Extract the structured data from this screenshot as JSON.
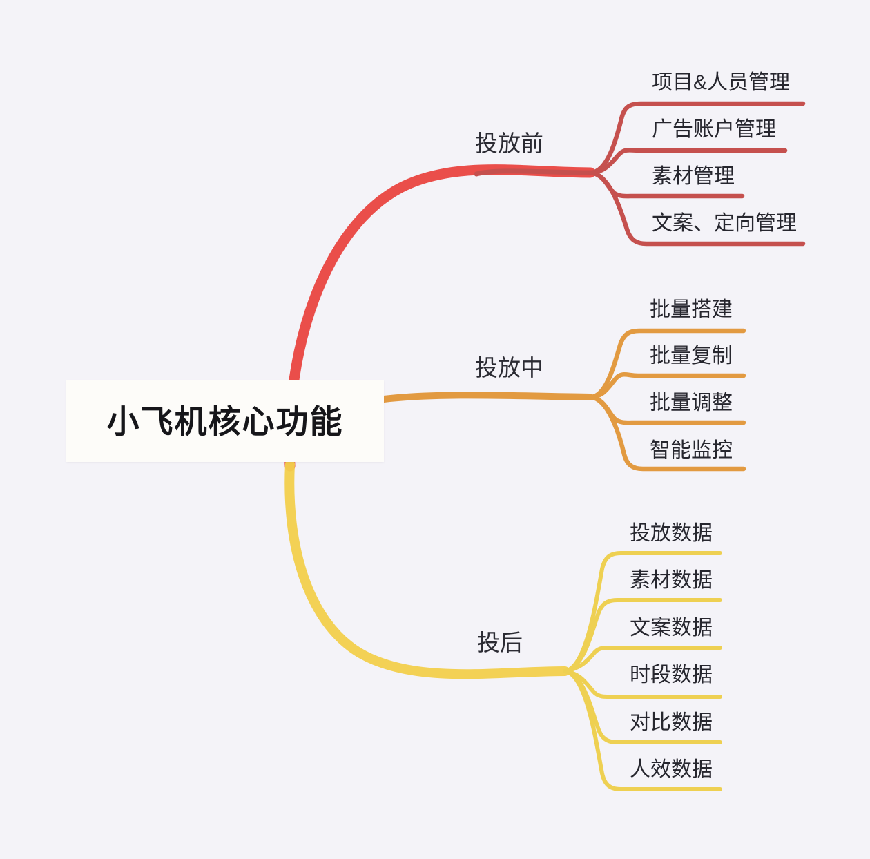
{
  "diagram": {
    "type": "mind-map",
    "background_color": "#f4f3f8",
    "root": {
      "label": "小飞机核心功能",
      "card_background": "#fdfcf9",
      "text_color": "#16161a"
    },
    "branches": [
      {
        "label": "投放前",
        "color": "#c5504e",
        "children": [
          {
            "label": "项目&人员管理"
          },
          {
            "label": "广告账户管理"
          },
          {
            "label": "素材管理"
          },
          {
            "label": "文案、定向管理"
          }
        ]
      },
      {
        "label": "投放中",
        "color": "#e29a41",
        "children": [
          {
            "label": "批量搭建"
          },
          {
            "label": "批量复制"
          },
          {
            "label": "批量调整"
          },
          {
            "label": "智能监控"
          }
        ]
      },
      {
        "label": "投后",
        "color": "#eed052",
        "children": [
          {
            "label": "投放数据"
          },
          {
            "label": "素材数据"
          },
          {
            "label": "文案数据"
          },
          {
            "label": "时段数据"
          },
          {
            "label": "对比数据"
          },
          {
            "label": "人效数据"
          }
        ]
      }
    ]
  }
}
